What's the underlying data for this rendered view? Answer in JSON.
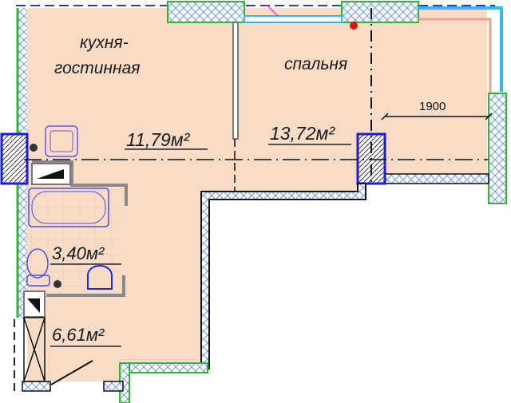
{
  "rooms": {
    "kitchen": {
      "name_line1": "кухня-",
      "name_line2": "гостинная",
      "area": "11,79м²"
    },
    "bedroom": {
      "name": "спальня",
      "area": "13,72м²"
    },
    "bathroom": {
      "area": "3,40м²"
    },
    "hallway": {
      "area": "6,61м²"
    }
  },
  "dimensions": {
    "balcony_width": "1900"
  },
  "colors": {
    "floor": "#f8dcc6",
    "wall_outline": "#2db82d",
    "hatch": "#5a8be0",
    "window": "#36b8e8",
    "column": "#1a1ae0"
  }
}
